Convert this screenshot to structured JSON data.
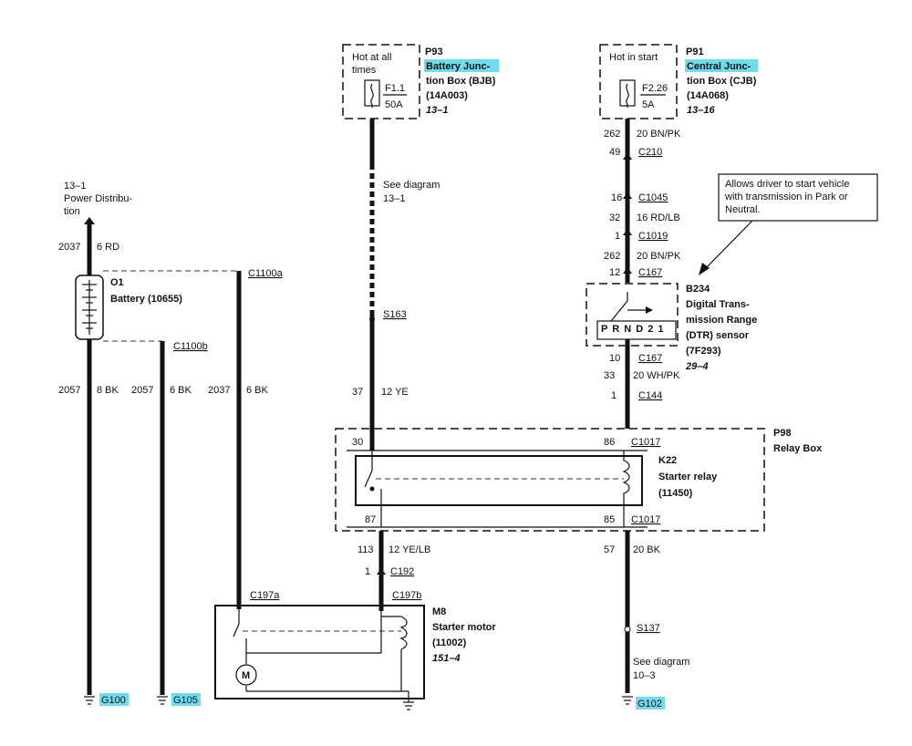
{
  "power_dist": {
    "ref": "13–1",
    "name_1": "Power Distribu-",
    "name_2": "tion"
  },
  "battery": {
    "id": "O1",
    "name": "Battery (10655)"
  },
  "p93": {
    "id": "P93",
    "hot_1": "Hot at all",
    "hot_2": "times",
    "name_1": "Battery Junc-",
    "name_2": "tion Box (BJB)",
    "part": "(14A003)",
    "ref": "13–1",
    "fuse": "F1.1",
    "amps": "50A"
  },
  "p91": {
    "id": "P91",
    "hot": "Hot in start",
    "name_1": "Central Junc-",
    "name_2": "tion Box (CJB)",
    "part": "(14A068)",
    "ref": "13–16",
    "fuse": "F2.26",
    "amps": "5A"
  },
  "note": {
    "line1": "Allows driver to start vehicle",
    "line2": "with transmission in Park or",
    "line3": "Neutral."
  },
  "b234": {
    "id": "B234",
    "name_1": "Digital Trans-",
    "name_2": "mission Range",
    "name_3": "(DTR) sensor",
    "part": "(7F293)",
    "ref": "29–4",
    "positions": "P R N D 2 1"
  },
  "p98": {
    "id": "P98",
    "name": "Relay Box"
  },
  "k22": {
    "id": "K22",
    "name": "Starter relay",
    "part": "(11450)"
  },
  "m8": {
    "id": "M8",
    "name": "Starter motor",
    "part": "(11002)",
    "ref": "151–4",
    "motor_symbol": "M"
  },
  "labels": {
    "c2037_top": "2037",
    "rd6": "6 RD",
    "c1100a": "C1100a",
    "c1100b": "C1100b",
    "c2057a": "2057",
    "bk8": "8 BK",
    "c2057b": "2057",
    "bk6a": "6 BK",
    "c2037_mid": "2037",
    "bk6b": "6 BK",
    "see_diag_1": "See diagram",
    "see_diag_1_ref": "13–1",
    "s163": "S163",
    "c37": "37",
    "ye12": "12 YE",
    "c262a": "262",
    "bnpk20a": "20 BN/PK",
    "c49": "49",
    "c210": "C210",
    "c16": "16",
    "c1045": "C1045",
    "c32": "32",
    "rdlb16": "16 RD/LB",
    "c1": "1",
    "c1019": "C1019",
    "c262b": "262",
    "bnpk20b": "20 BN/PK",
    "c12": "12",
    "c167a": "C167",
    "c10": "10",
    "c167b": "C167",
    "c33": "33",
    "whpk20": "20 WH/PK",
    "c1b": "1",
    "c144": "C144",
    "pin30": "30",
    "pin86": "86",
    "c1017a": "C1017",
    "pin87": "87",
    "pin85": "85",
    "c1017b": "C1017",
    "c113": "113",
    "yelb12": "12 YE/LB",
    "c1c": "1",
    "c192": "C192",
    "c197a": "C197a",
    "c197b": "C197b",
    "c57": "57",
    "bk20": "20 BK",
    "s137": "S137",
    "see_diag_2": "See diagram",
    "see_diag_2_ref": "10–3",
    "g100": "G100",
    "g105": "G105",
    "g102": "G102"
  }
}
